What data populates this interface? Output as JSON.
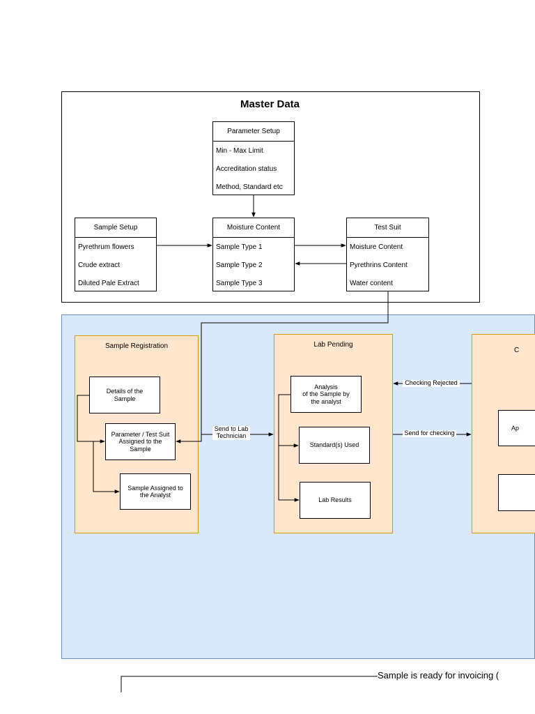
{
  "master": {
    "title": "Master Data",
    "parameter_setup": {
      "header": "Parameter Setup",
      "rows": [
        "Min - Max Limit",
        "Accreditation status",
        "Method, Standard etc"
      ]
    },
    "sample_setup": {
      "header": "Sample Setup",
      "rows": [
        "Pyrethrum flowers",
        "Crude extract",
        "Diluted Pale Extract"
      ]
    },
    "moisture_content": {
      "header": "Moisture Content",
      "rows": [
        "Sample Type 1",
        "Sample Type 2",
        "Sample Type 3"
      ]
    },
    "test_suit": {
      "header": "Test Suit",
      "rows": [
        "Moisture Content",
        "Pyrethrins Content",
        "Water content"
      ]
    }
  },
  "sample_registration": {
    "title": "Sample Registration",
    "details": "Details of  the\nSample",
    "param_assigned": "Parameter / Test Suit\nAssigned to the\nSample",
    "analyst_assigned": "Sample Assigned to\nthe Analyst"
  },
  "lab_pending": {
    "title": "Lab Pending",
    "analysis": "Analysis\nof the Sample by\nthe analyst",
    "standards": "Standard(s) Used",
    "results": "Lab Results"
  },
  "checking": {
    "title_fragment": "C",
    "box1_fragment": "Ap"
  },
  "edges": {
    "send_to_lab": "Send to Lab\nTechnician",
    "send_for_checking": "Send for checking",
    "checking_rejected": "Checking Rejected",
    "ready_for_invoicing": "Sample is ready for invoicing ("
  },
  "colors": {
    "panel_fill": "#dae8fc",
    "panel_stroke": "#6c8ebf",
    "group_fill": "#ffe6cc",
    "group_stroke": "#d79b00"
  }
}
